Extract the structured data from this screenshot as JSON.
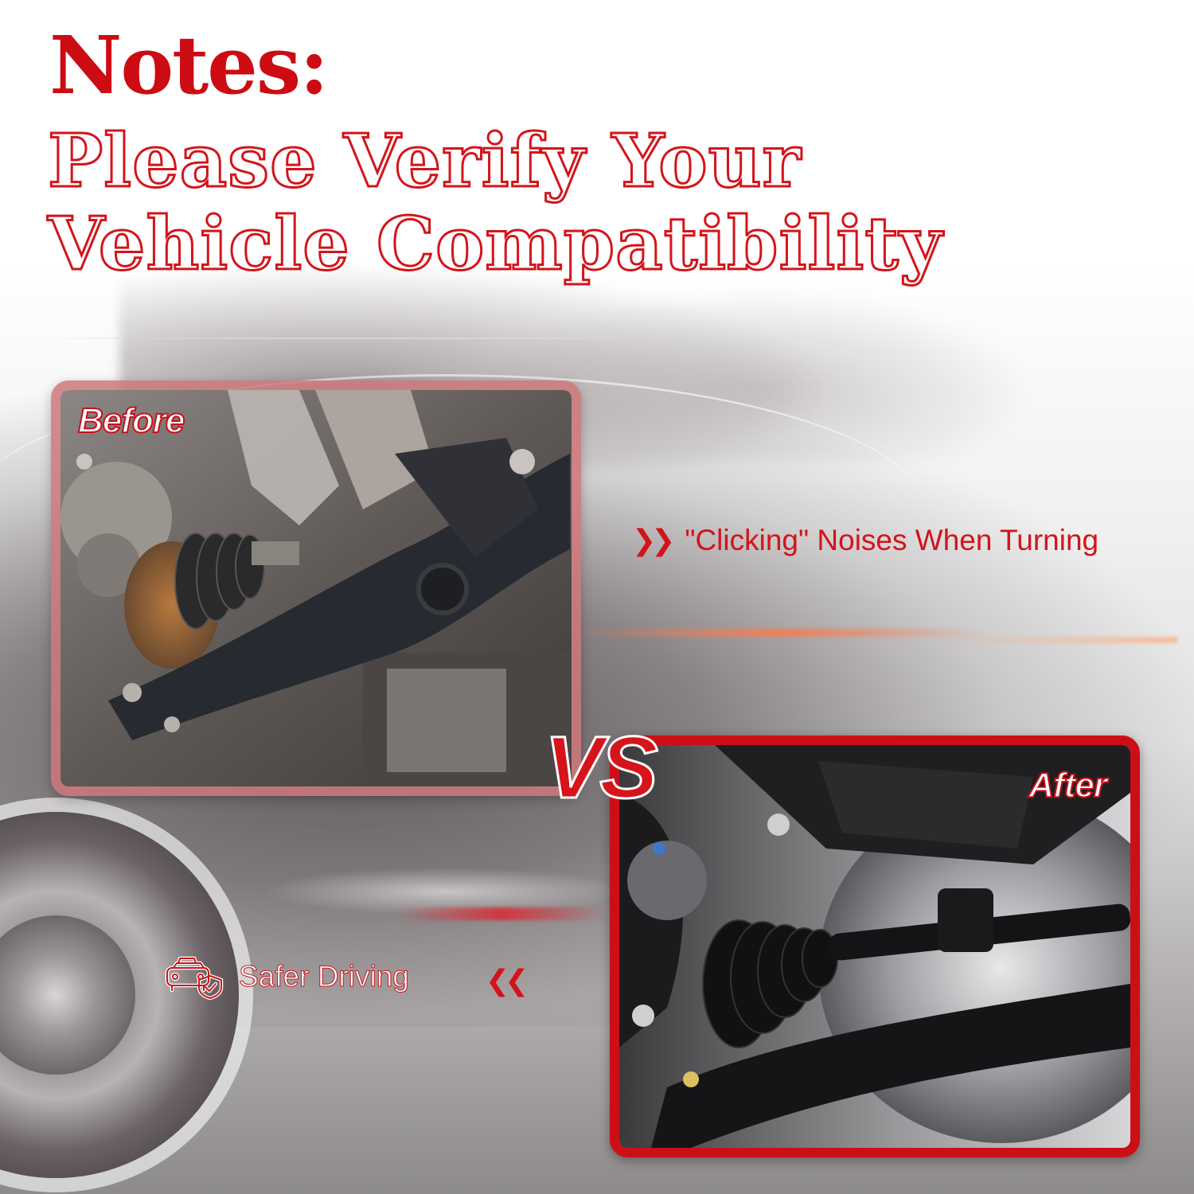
{
  "header": {
    "notes_label": "Notes:",
    "headline_line1": "Please Verify Your",
    "headline_line2": "Vehicle Compatibility"
  },
  "comparison": {
    "before_label": "Before",
    "after_label": "After",
    "vs_label": "VS"
  },
  "callouts": {
    "clicking_text": "\"Clicking\" Noises When Turning",
    "clicking_icon": "double-chevron-right-icon",
    "safer_text": "Safer Driving",
    "safer_icon": "car-shield-icon",
    "safer_pointer_icon": "double-chevron-left-icon"
  },
  "colors": {
    "accent_red": "#cc0c12",
    "frame_before": "#ce787a",
    "frame_after": "#cc0f16"
  }
}
